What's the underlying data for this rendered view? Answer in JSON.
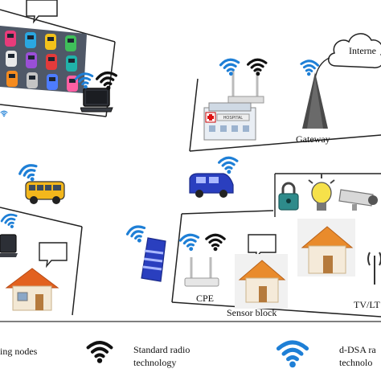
{
  "labels": {
    "internet": "Interne",
    "gateway": "Gateway",
    "cpe": "CPE",
    "sensor_block": "Sensor block",
    "tv_lte": "TV/LT",
    "hospital_sign": "HOSPITAL"
  },
  "legend": {
    "nodes": "ing nodes",
    "standard_radio_line1": "Standard radio",
    "standard_radio_line2": "technology",
    "ddsa_line1": "d-DSA ra",
    "ddsa_line2": "technolo"
  },
  "colors": {
    "standard_radio": "#111111",
    "ddsa": "#1e7fd6",
    "frame": "#222222",
    "roof": "#e2611f"
  },
  "icons": [
    "speech-bubble-icon",
    "parking-lot-icon",
    "laptop-icon",
    "wifi-icon",
    "cloud-icon",
    "gateway-tower-icon",
    "hospital-icon",
    "school-bus-icon",
    "van-icon",
    "tram-icon",
    "router-icon",
    "house-icon",
    "lock-icon",
    "light-bulb-icon",
    "security-camera-icon",
    "antenna-icon"
  ]
}
